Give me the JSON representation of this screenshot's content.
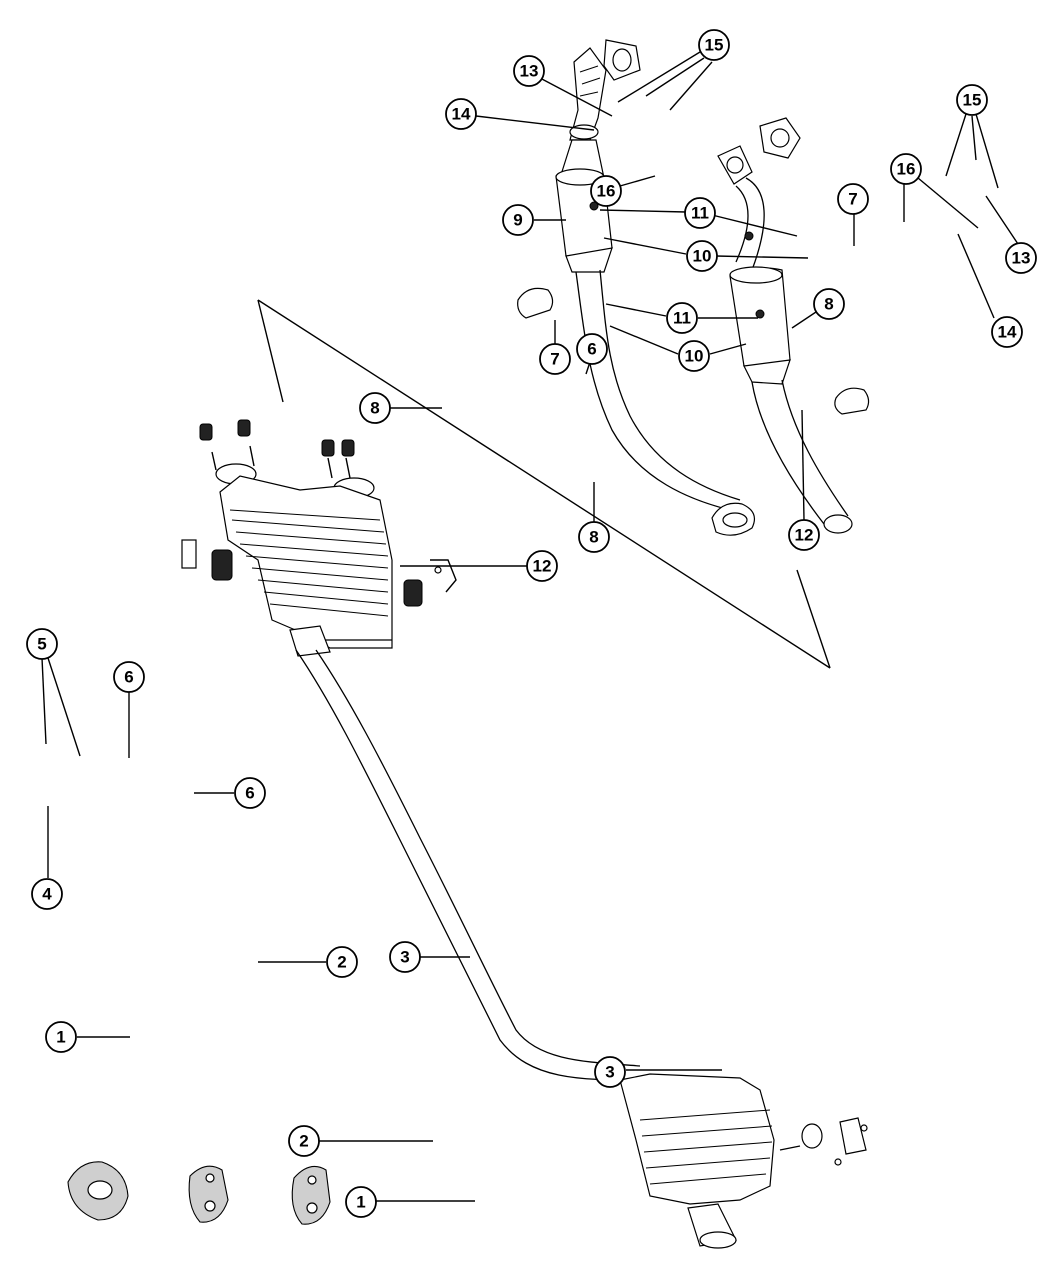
{
  "callout_labels": {
    "c1": "1",
    "c2": "2",
    "c3": "3",
    "c4": "4",
    "c5": "5",
    "c6": "6",
    "c7": "7",
    "c8": "8",
    "c9": "9",
    "c10": "10",
    "c11": "11",
    "c12": "12",
    "c13": "13",
    "c14": "14",
    "c15": "15",
    "c16": "16"
  },
  "colors": {
    "ink": "#000000",
    "background": "#ffffff",
    "shade": "#cfcfcf"
  },
  "icons": [
    "exhaust-hanger-icon",
    "isolator-icon",
    "catalytic-converter-icon",
    "muffler-icon",
    "gasket-icon",
    "clamp-icon"
  ]
}
